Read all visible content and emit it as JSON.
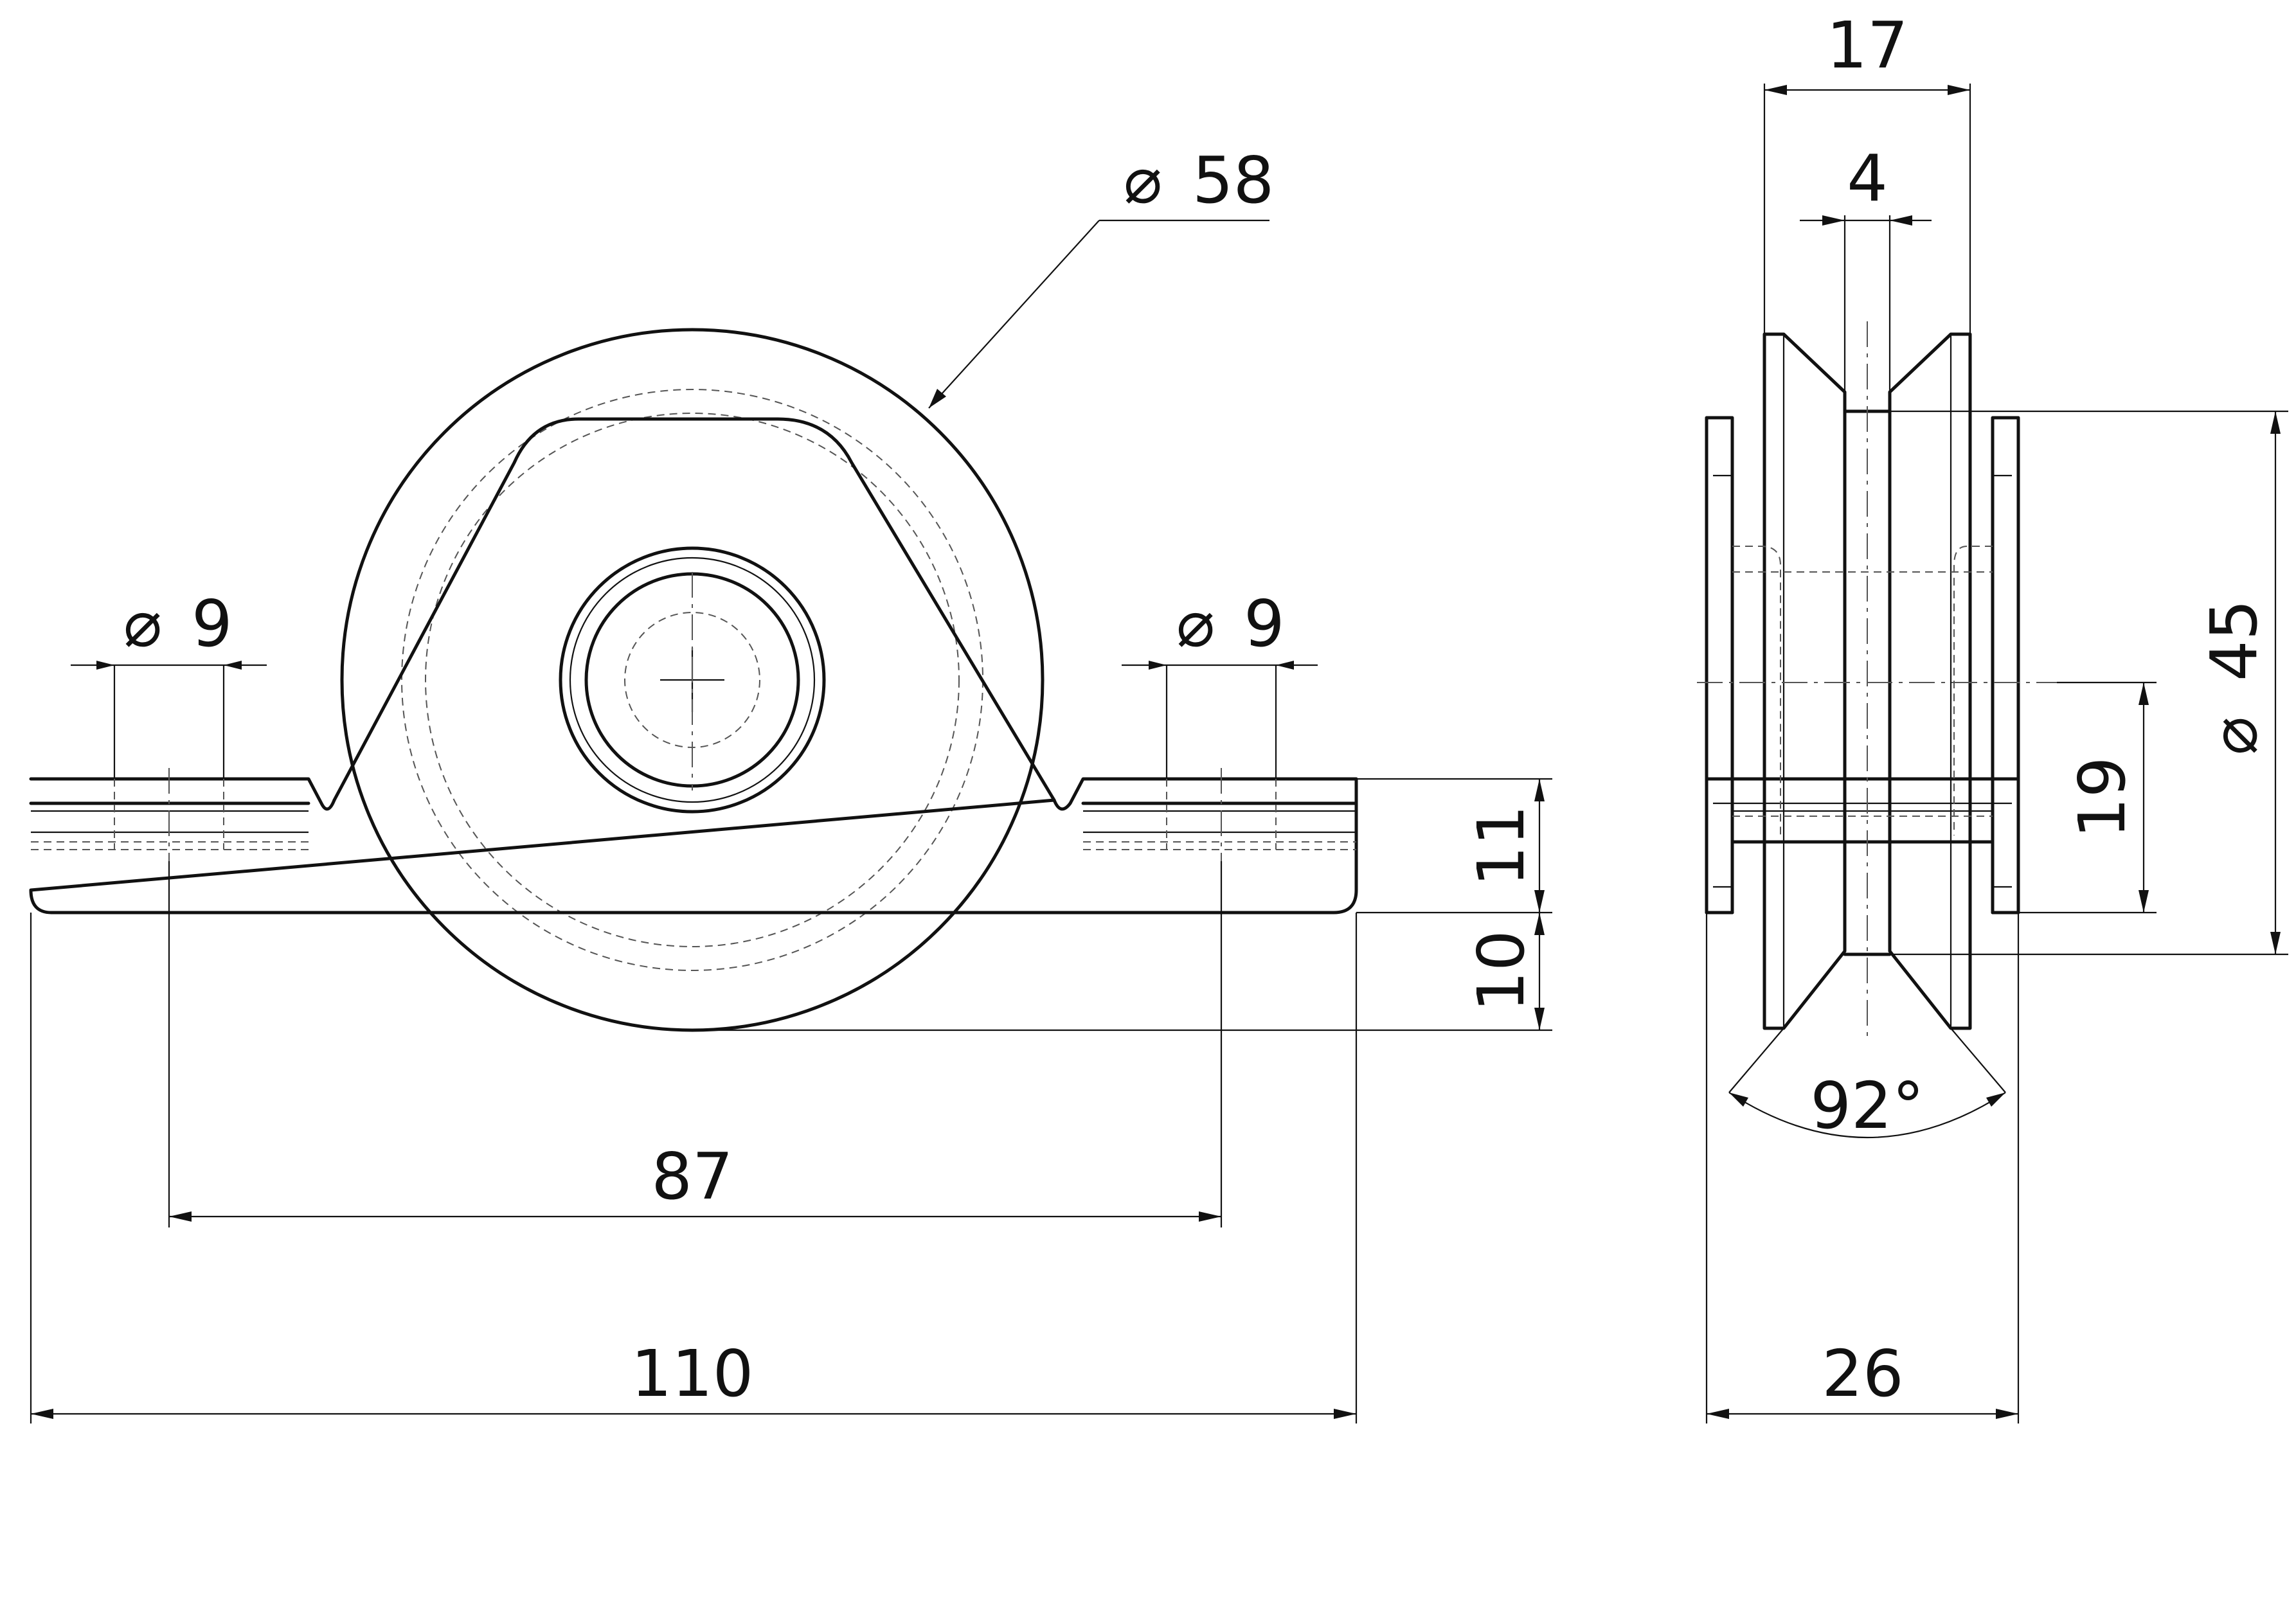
{
  "drawing": {
    "front_view": {
      "dimensions": {
        "wheel_diameter": "58",
        "hole_left_diameter": "9",
        "hole_right_diameter": "9",
        "hole_spacing": "87",
        "overall_length": "110",
        "base_plate_height": "11",
        "wheel_projection": "10"
      }
    },
    "side_view": {
      "dimensions": {
        "wheel_width": "17",
        "groove_width": "4",
        "groove_diameter": "45",
        "axle_height": "19",
        "groove_angle": "92°",
        "bracket_width": "26"
      }
    },
    "diameter_symbol": "⌀",
    "colors": {
      "line": "#111111",
      "hidden_line": "#555555",
      "background": "#ffffff"
    }
  }
}
